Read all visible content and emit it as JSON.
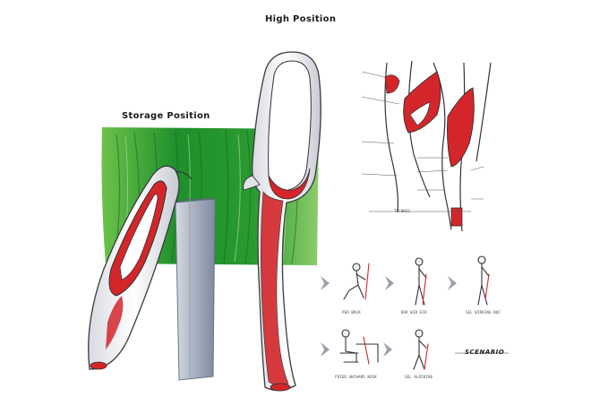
{
  "titles": {
    "high_position": "High Position",
    "storage_position": "Storage Position",
    "technic": "TECHNIC",
    "scenario": "SCENARIO"
  },
  "scenario_labels": [
    "PED BRIK",
    "BAR WIR EIR",
    "SEL WIRKING BOC",
    "FRIED AKCHAMS KDSK",
    "SEL ALRIKING"
  ],
  "colors": {
    "accent_red": "#d4262a",
    "green_backdrop": "#2e9a2e",
    "frame_white": "#f2f2f4",
    "pillar_grey": "#a9b1c2"
  }
}
